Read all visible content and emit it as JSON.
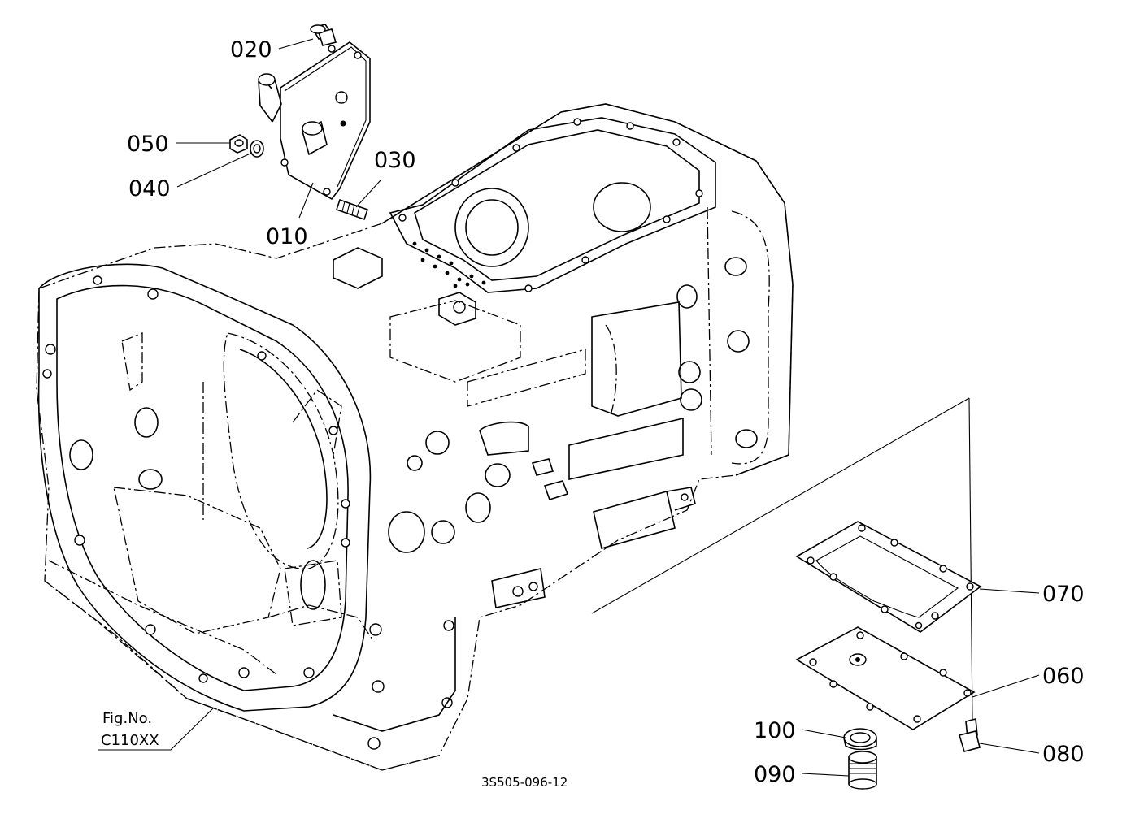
{
  "callouts": {
    "c010": "010",
    "c020": "020",
    "c030": "030",
    "c040": "040",
    "c050": "050",
    "c060": "060",
    "c070": "070",
    "c080": "080",
    "c090": "090",
    "c100": "100"
  },
  "figure_reference": {
    "line1": "Fig.No.",
    "line2": "C110XX"
  },
  "drawing_code": "3S505-096-12"
}
